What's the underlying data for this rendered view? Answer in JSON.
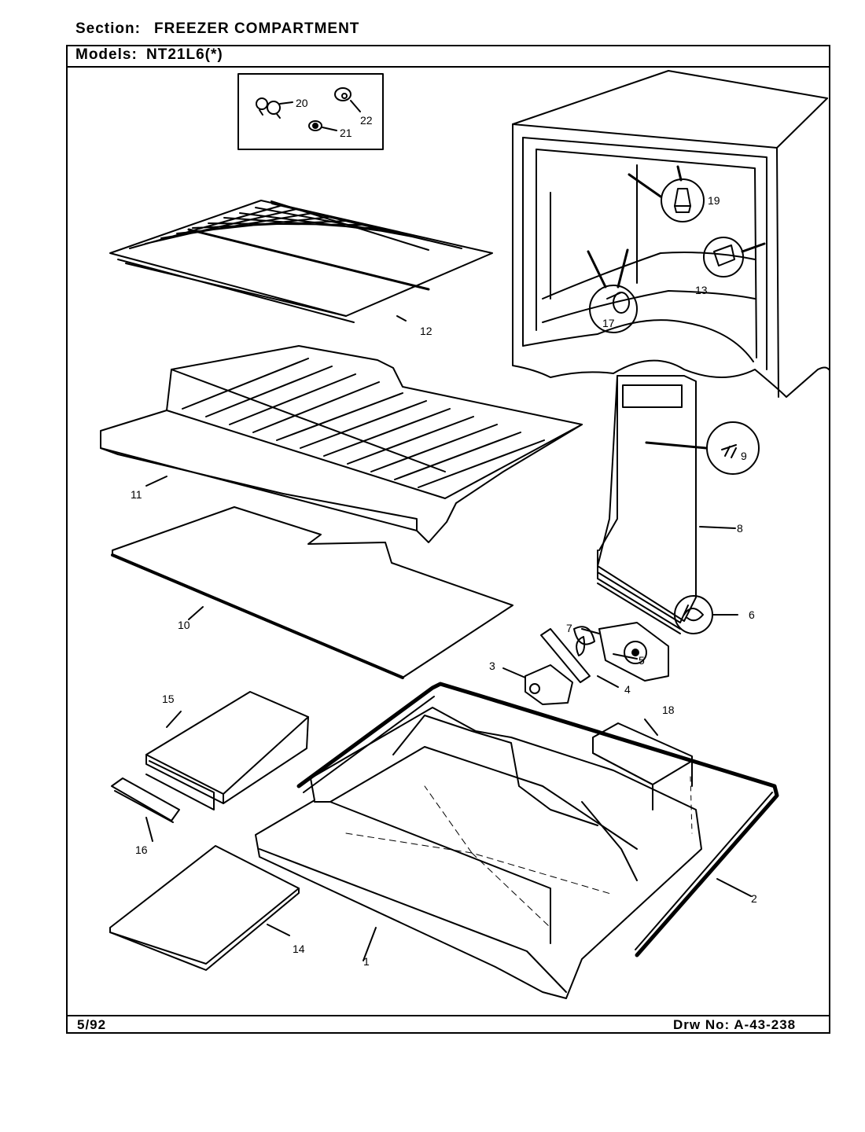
{
  "header": {
    "section_label": "Section:",
    "section_value": "FREEZER COMPARTMENT",
    "models_label": "Models:",
    "models_value": "NT21L6(*)"
  },
  "footer": {
    "date": "5/92",
    "drawing_number": "Drw No: A-43-238"
  },
  "callouts": [
    "1",
    "2",
    "3",
    "4",
    "5",
    "6",
    "7",
    "8",
    "9",
    "10",
    "11",
    "12",
    "13",
    "14",
    "15",
    "16",
    "17",
    "18",
    "19",
    "20",
    "21",
    "22"
  ]
}
